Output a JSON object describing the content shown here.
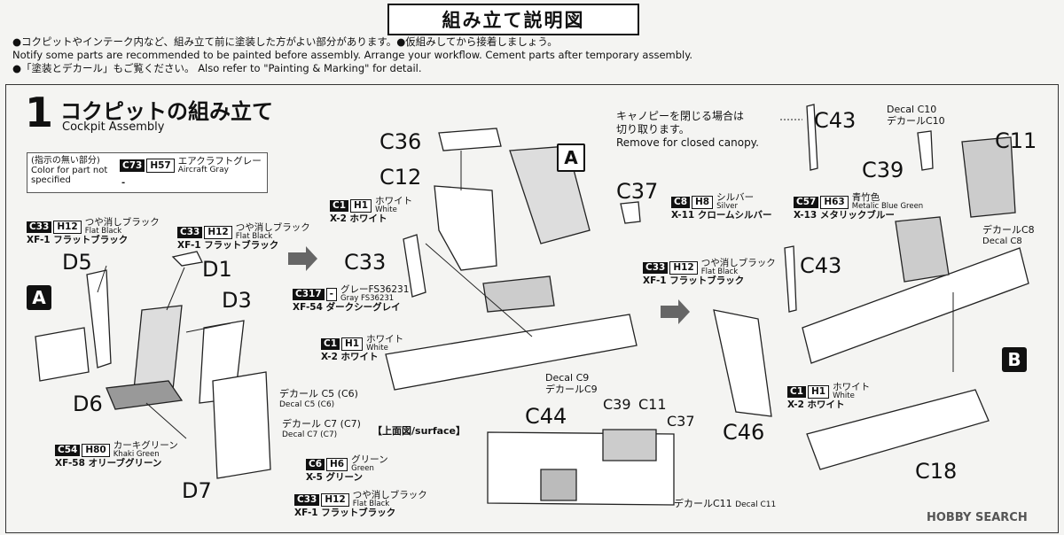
{
  "header": {
    "title": "組み立て説明図"
  },
  "notes": [
    "●コクピットやインテーク内など、組み立て前に塗装した方がよい部分があります。●仮組みしてから接着しましょう。",
    "Notify some parts are recommended to be painted before assembly. Arrange your workflow.   Cement parts after temporary assembly.",
    "●「塗装とデカール」もご覧ください。 Also refer to \"Painting & Marking\" for detail."
  ],
  "step": {
    "number": "1",
    "title_jp": "コクピットの組み立て",
    "title_en": "Cockpit Assembly"
  },
  "legend": {
    "jp": "(指示の無い部分)",
    "en1": "Color for part not",
    "en2": "specified",
    "c": "C73",
    "h": "H57",
    "jp_name": "エアクラフトグレー",
    "en_name": "Aircraft Gray",
    "dash": "-"
  },
  "colors": [
    {
      "id": "c33a",
      "c": "C33",
      "h": "H12",
      "jp": "つや消しブラック",
      "en": "Flat Black",
      "paint": "XF-1 フラットブラック"
    },
    {
      "id": "c33b",
      "c": "C33",
      "h": "H12",
      "jp": "つや消しブラック",
      "en": "Flat Black",
      "paint": "XF-1 フラットブラック"
    },
    {
      "id": "c54",
      "c": "C54",
      "h": "H80",
      "jp": "カーキグリーン",
      "en": "Khaki Green",
      "paint": "XF-58 オリーブグリーン"
    },
    {
      "id": "c6",
      "c": "C6",
      "h": "H6",
      "jp": "グリーン",
      "en": "Green",
      "paint": "X-5 グリーン"
    },
    {
      "id": "c33c",
      "c": "C33",
      "h": "H12",
      "jp": "つや消しブラック",
      "en": "Flat Black",
      "paint": "XF-1 フラットブラック"
    },
    {
      "id": "c1a",
      "c": "C1",
      "h": "H1",
      "jp": "ホワイト",
      "en": "White",
      "paint": "X-2 ホワイト"
    },
    {
      "id": "c317",
      "c": "C317",
      "h": "-",
      "jp": "グレーFS36231",
      "en": "Gray FS36231",
      "paint": "XF-54 ダークシーグレイ"
    },
    {
      "id": "c1b",
      "c": "C1",
      "h": "H1",
      "jp": "ホワイト",
      "en": "White",
      "paint": "X-2 ホワイト"
    },
    {
      "id": "c33d",
      "c": "C33",
      "h": "H12",
      "jp": "つや消しブラック",
      "en": "Flat Black",
      "paint": "XF-1 フラットブラック"
    },
    {
      "id": "c8",
      "c": "C8",
      "h": "H8",
      "jp": "シルバー",
      "en": "Silver",
      "paint": "X-11 クロームシルバー"
    },
    {
      "id": "c57",
      "c": "C57",
      "h": "H63",
      "jp": "青竹色",
      "en": "Metalic Blue Green",
      "paint": "X-13 メタリックブルー"
    },
    {
      "id": "c1c",
      "c": "C1",
      "h": "H1",
      "jp": "ホワイト",
      "en": "White",
      "paint": "X-2 ホワイト"
    }
  ],
  "parts": {
    "D5": "D5",
    "D1": "D1",
    "D3": "D3",
    "D6": "D6",
    "D7": "D7",
    "C36": "C36",
    "C12": "C12",
    "C33": "C33",
    "C37": "C37",
    "C43a": "C43",
    "C43b": "C43",
    "C11a": "C11",
    "C39a": "C39",
    "C44": "C44",
    "C39b": "C39",
    "C11b": "C11",
    "C37b": "C37",
    "C46": "C46",
    "C18": "C18"
  },
  "letters": {
    "A1": "A",
    "A2": "A",
    "B": "B"
  },
  "decals": {
    "c5_jp": "デカール C5 (C6)",
    "c5_en": "Decal C5 (C6)",
    "c7_jp": "デカール C7 (C7)",
    "c7_en": "Decal C7 (C7)",
    "c9_en": "Decal C9",
    "c9_jp": "デカールC9",
    "c11_bottom": "デカールC11",
    "c11_bottom_en": "Decal C11",
    "c10_en": "Decal C10",
    "c10_jp": "デカールC10",
    "c8_jp": "デカールC8",
    "c8_en": "Decal C8"
  },
  "surface": "【上面図/surface】",
  "canopy": {
    "l1": "キャノピーを閉じる場合は",
    "l2": "切り取ります。",
    "l3": "Remove for closed canopy."
  },
  "watermark": "HOBBY SEARCH"
}
